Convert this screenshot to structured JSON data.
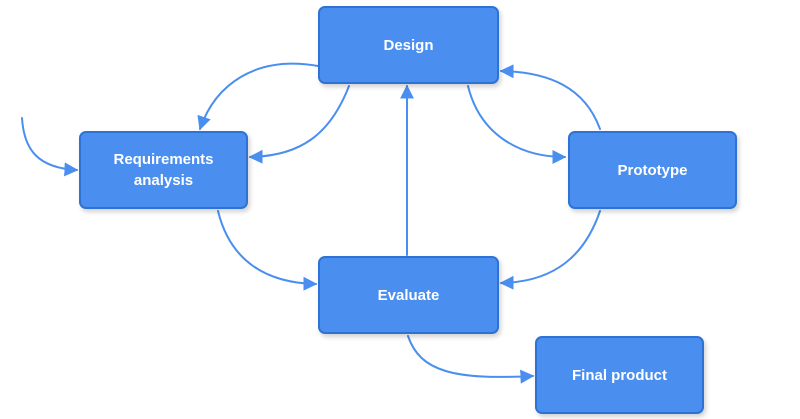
{
  "diagram": {
    "colors": {
      "node_fill": "#4a8ff0",
      "node_border": "#2f72d6",
      "edge": "#4a8ff0",
      "text": "#ffffff"
    },
    "nodes": {
      "design": {
        "label": "Design"
      },
      "requirements": {
        "label": "Requirements\nanalysis"
      },
      "prototype": {
        "label": "Prototype"
      },
      "evaluate": {
        "label": "Evaluate"
      },
      "final_product": {
        "label": "Final product"
      }
    },
    "edges": [
      {
        "from": "start",
        "to": "requirements"
      },
      {
        "from": "design",
        "to": "requirements"
      },
      {
        "from": "design",
        "to": "requirements"
      },
      {
        "from": "design",
        "to": "prototype"
      },
      {
        "from": "prototype",
        "to": "design"
      },
      {
        "from": "prototype",
        "to": "evaluate"
      },
      {
        "from": "requirements",
        "to": "evaluate"
      },
      {
        "from": "evaluate",
        "to": "design"
      },
      {
        "from": "evaluate",
        "to": "final_product"
      }
    ]
  }
}
